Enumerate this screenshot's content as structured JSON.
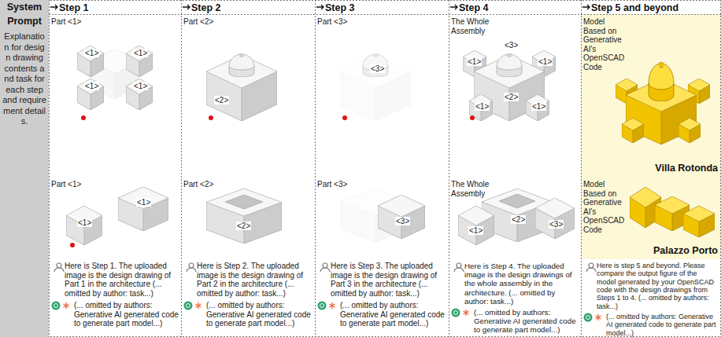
{
  "diagram": {
    "nodes": [
      {
        "text": [
          "System Prompt",
          "Explanation for design drawing contents and task for each step and requirement details."
        ]
      },
      {
        "text": [
          "Model Based on Generative AI's OpenSCAD Code",
          "Villa Rotonda"
        ]
      },
      {
        "text": [
          "Model Based on Generative AI's OpenSCAD Code",
          "Palazzo Porto"
        ]
      }
    ],
    "labels": [
      "Step 1",
      "Step 2",
      "Step 3",
      "Step 4",
      "Step 5 and beyond",
      "Part <1>",
      "<1>",
      "<1>",
      "<1>",
      "<1>",
      "Part <2>",
      "<2>",
      "Part <3>",
      "<3>",
      "The Whole Assembly",
      "<1>",
      "<3>",
      "<1>",
      "<1>",
      "<2>",
      "<1>",
      "Part <1>",
      "<1>",
      "<1>",
      "Part <2>",
      "<2>",
      "Part <3>",
      "<3>",
      "The Whole Assembly",
      "<2>",
      "<1>",
      "<3>",
      "Here is Step 1. The uploaded image is the design drawing of Part 1 in the architecture (... omitted by author: task...)",
      "(... omitted by authors: Generative AI generated code to generate part model...)",
      "Here is Step 2. The uploaded image is the design drawing of Part 2 in the architecture (... omitted by author: task...)",
      "(... omitted by authors: Generative AI generated code to generate part model...)",
      "Here is Step 3. The uploaded image is the design drawing of Part 3 in the architecture (... omitted by author: task...)",
      "(... omitted by authors: Generative AI generated code to generate part model...)",
      "Here is Step 4. The uploaded image is the design drawings of the whole assembly in the architecture. (... omitted by author: task...)",
      "(... omitted by authors: Generative AI generated code to generate part model...)",
      "Here is step 5 and beyond. Please compare the output figure of the model generated by your OpenSCAD code with the design drawings from Steps 1 to 4. (... omitted by authors: task...)",
      "(... omitted by authors: Generative AI generated code to generate part model...)"
    ]
  }
}
